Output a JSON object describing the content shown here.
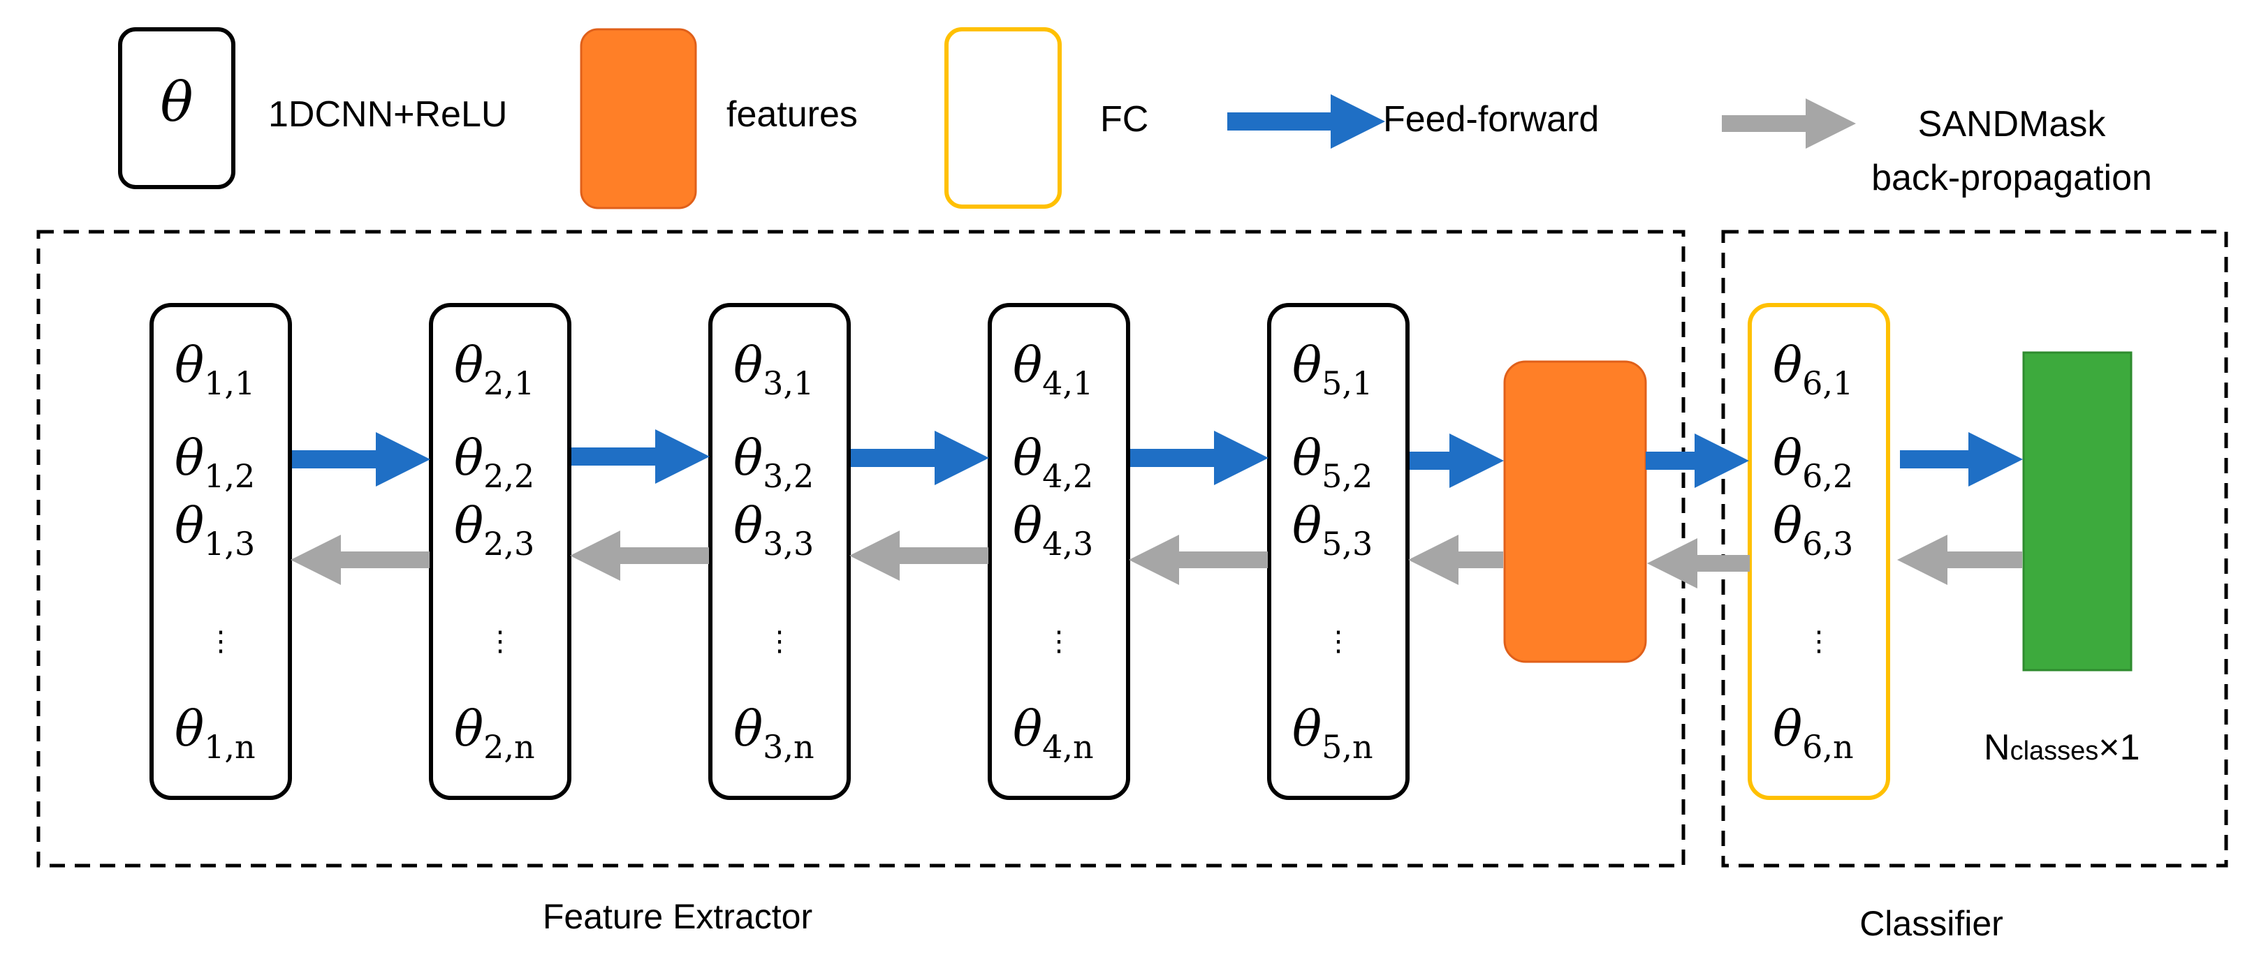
{
  "legend": {
    "theta_symbol": "θ",
    "cnn_label": "1DCNN+ReLU",
    "features_label": "features",
    "fc_label": "FC",
    "feedforward_label": "Feed-forward",
    "backprop_label_line1": "SANDMask",
    "backprop_label_line2": "back-propagation"
  },
  "layers": [
    {
      "theta": "θ",
      "idx": "1",
      "rows": [
        "1,1",
        "1,2",
        "1,3",
        "1,n"
      ]
    },
    {
      "theta": "θ",
      "idx": "2",
      "rows": [
        "2,1",
        "2,2",
        "2,3",
        "2,n"
      ]
    },
    {
      "theta": "θ",
      "idx": "3",
      "rows": [
        "3,1",
        "3,2",
        "3,3",
        "3,n"
      ]
    },
    {
      "theta": "θ",
      "idx": "4",
      "rows": [
        "4,1",
        "4,2",
        "4,3",
        "4,n"
      ]
    },
    {
      "theta": "θ",
      "idx": "5",
      "rows": [
        "5,1",
        "5,2",
        "5,3",
        "5,n"
      ]
    },
    {
      "theta": "θ",
      "idx": "6",
      "rows": [
        "6,1",
        "6,2",
        "6,3",
        "6,n"
      ]
    }
  ],
  "vdots": "⋮",
  "sections": {
    "feature_extractor": "Feature Extractor",
    "classifier": "Classifier"
  },
  "output": {
    "n_label": "N",
    "classes_label": "classes",
    "times_one": "×1"
  },
  "colors": {
    "cnn_border": "#000000",
    "features_fill": "#FF7F27",
    "features_border": "#E0601A",
    "fc_border": "#FFC000",
    "output_fill": "#3DAA3D",
    "forward_arrow": "#1F6FC5",
    "backward_arrow": "#A6A6A6"
  }
}
